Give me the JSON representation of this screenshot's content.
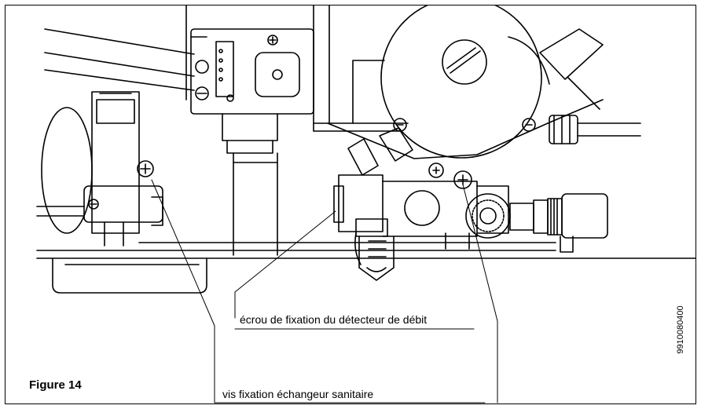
{
  "figure": {
    "caption": "Figure 14",
    "reference_code": "9910080400"
  },
  "callouts": [
    {
      "id": "flow-detector-nut",
      "text": "écrou de fixation du détecteur de débit"
    },
    {
      "id": "exchanger-screw",
      "text": "vis fixation échangeur sanitaire"
    }
  ],
  "colors": {
    "line": "#000000",
    "background": "#ffffff"
  }
}
